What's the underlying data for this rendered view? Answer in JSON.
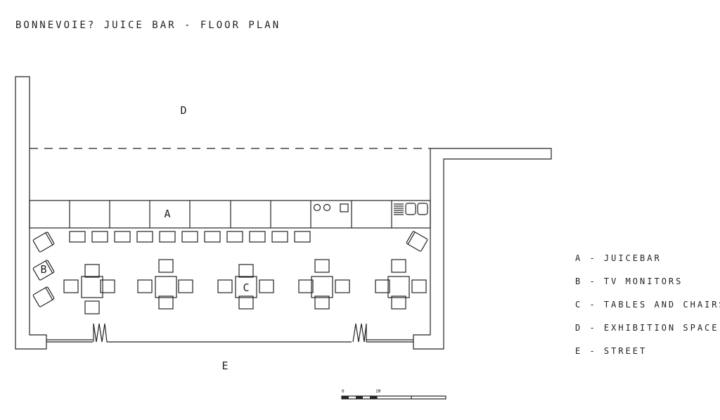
{
  "title": "BONNEVOIE? JUICE BAR - FLOOR PLAN",
  "zones": {
    "a": "A",
    "b": "B",
    "c": "C",
    "d": "D",
    "e": "E"
  },
  "legend": [
    "A - JUICEBAR",
    "B - TV MONITORS",
    "C - TABLES AND CHAIRS",
    "D - EXHIBITION SPACE",
    "E - STREET"
  ],
  "scale": {
    "start_label": "0",
    "end_label": "1M"
  },
  "colors": {
    "line": "#222222",
    "background": "#ffffff"
  }
}
